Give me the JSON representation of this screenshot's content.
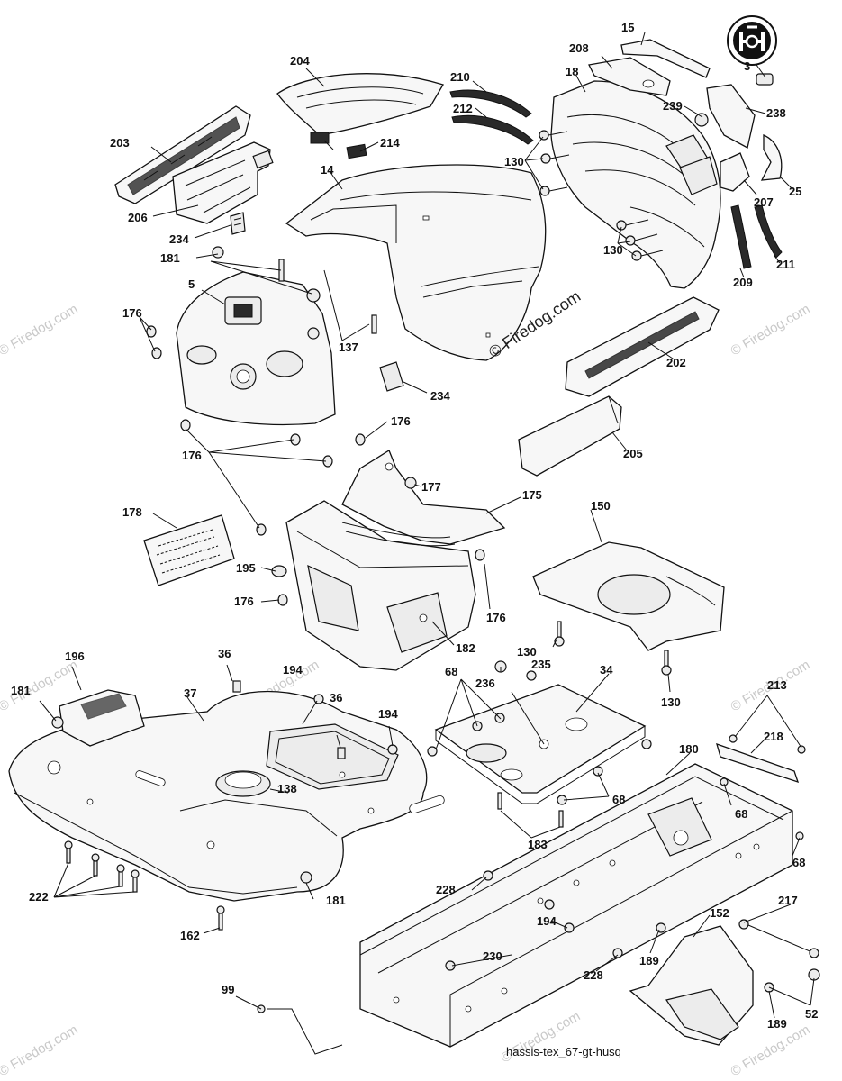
{
  "diagram": {
    "labels": {
      "l3": "3",
      "l5": "5",
      "l14": "14",
      "l15": "15",
      "l18": "18",
      "l25": "25",
      "l34": "34",
      "l36a": "36",
      "l36b": "36",
      "l37": "37",
      "l52": "52",
      "l68a": "68",
      "l68b": "68",
      "l68c": "68",
      "l68d": "68",
      "l99": "99",
      "l130a": "130",
      "l130b": "130",
      "l130c": "130",
      "l130d": "130",
      "l137": "137",
      "l138": "138",
      "l150": "150",
      "l152": "152",
      "l162": "162",
      "l175": "175",
      "l176a": "176",
      "l176b": "176",
      "l176c": "176",
      "l176d": "176",
      "l176e": "176",
      "l177": "177",
      "l178": "178",
      "l180": "180",
      "l181a": "181",
      "l181b": "181",
      "l181c": "181",
      "l182": "182",
      "l183": "183",
      "l189a": "189",
      "l189b": "189",
      "l194a": "194",
      "l194b": "194",
      "l194c": "194",
      "l195": "195",
      "l196": "196",
      "l202": "202",
      "l203": "203",
      "l204": "204",
      "l205": "205",
      "l206": "206",
      "l207": "207",
      "l208": "208",
      "l209": "209",
      "l210": "210",
      "l211": "211",
      "l212": "212",
      "l213": "213",
      "l214": "214",
      "l217": "217",
      "l218": "218",
      "l222": "222",
      "l228a": "228",
      "l228b": "228",
      "l230": "230",
      "l234a": "234",
      "l234b": "234",
      "l235": "235",
      "l236": "236",
      "l238": "238",
      "l239": "239"
    },
    "watermark_center": "© Firedog.com",
    "watermark_edge": "© Firedog.com",
    "caption": "hassis-tex_67-gt-husq"
  }
}
